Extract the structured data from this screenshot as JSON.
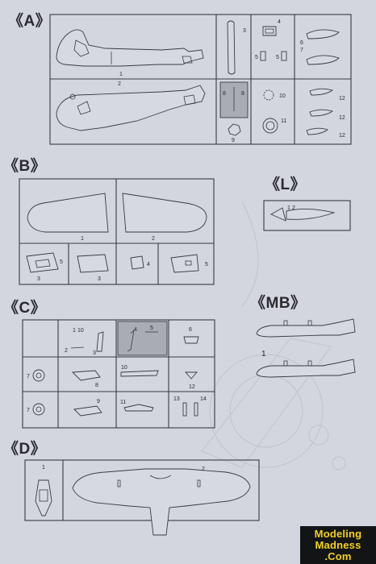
{
  "groups": {
    "A": {
      "label": "《A》",
      "parts": {
        "p1": "1",
        "p2": "2",
        "p3": "3",
        "p4": "4",
        "p5a": "5",
        "p5b": "5",
        "p6": "6",
        "p7": "7",
        "p8a": "8",
        "p8b": "8",
        "p9": "9",
        "p10": "10",
        "p11": "11",
        "p12a": "12",
        "p12b": "12",
        "p12c": "12"
      }
    },
    "B": {
      "label": "《B》",
      "parts": {
        "p1": "1",
        "p2": "2",
        "p3a": "3",
        "p3b": "3",
        "p4": "4",
        "p5a": "5",
        "p5b": "5"
      }
    },
    "L": {
      "label": "《L》",
      "parts": {
        "p1": "1",
        "p2": "2"
      }
    },
    "C": {
      "label": "《C》",
      "parts": {
        "p1": "1",
        "p2": "2",
        "p3": "3",
        "p4": "4",
        "p5": "5",
        "p6": "6",
        "p7a": "7",
        "p7b": "7",
        "p8": "8",
        "p9": "9",
        "p10a": "10",
        "p10b": "10",
        "p11": "11",
        "p12": "12",
        "p13": "13",
        "p14": "14"
      }
    },
    "MB": {
      "label": "《MB》",
      "parts": {
        "p1": "1"
      }
    },
    "D": {
      "label": "《D》",
      "parts": {
        "p1": "1",
        "p2": "2"
      }
    }
  },
  "watermark": {
    "line1": "Modeling",
    "line2": "Madness",
    "line3": ".Com"
  },
  "colors": {
    "background": "#d3d6de",
    "ink": "#3a3a44",
    "shaded_part": "#a9acb4",
    "logo_bg": "#131416",
    "logo_text": "#f2d21b"
  }
}
